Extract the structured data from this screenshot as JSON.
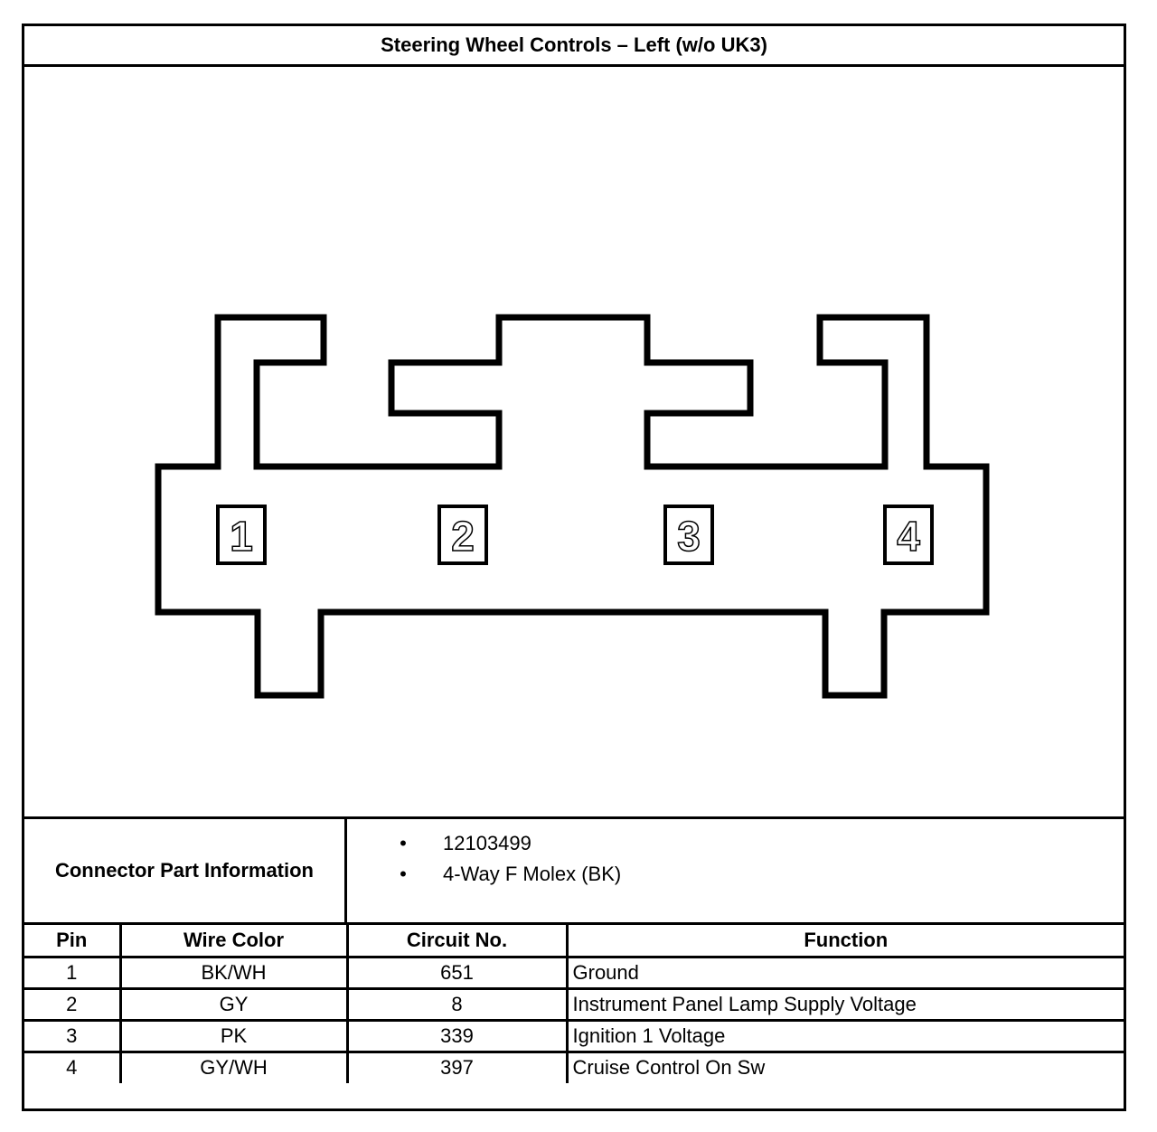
{
  "title": "Steering Wheel Controls – Left (w/o UK3)",
  "connector_info": {
    "label": "Connector Part Information",
    "items": [
      "12103499",
      "4-Way F Molex (BK)"
    ]
  },
  "diagram": {
    "pin_labels": [
      "1",
      "2",
      "3",
      "4"
    ]
  },
  "table": {
    "headers": [
      "Pin",
      "Wire Color",
      "Circuit No.",
      "Function"
    ],
    "rows": [
      [
        "1",
        "BK/WH",
        "651",
        "Ground"
      ],
      [
        "2",
        "GY",
        "8",
        "Instrument Panel Lamp Supply Voltage"
      ],
      [
        "3",
        "PK",
        "339",
        "Ignition 1 Voltage"
      ],
      [
        "4",
        "GY/WH",
        "397",
        "Cruise Control On Sw"
      ]
    ]
  }
}
